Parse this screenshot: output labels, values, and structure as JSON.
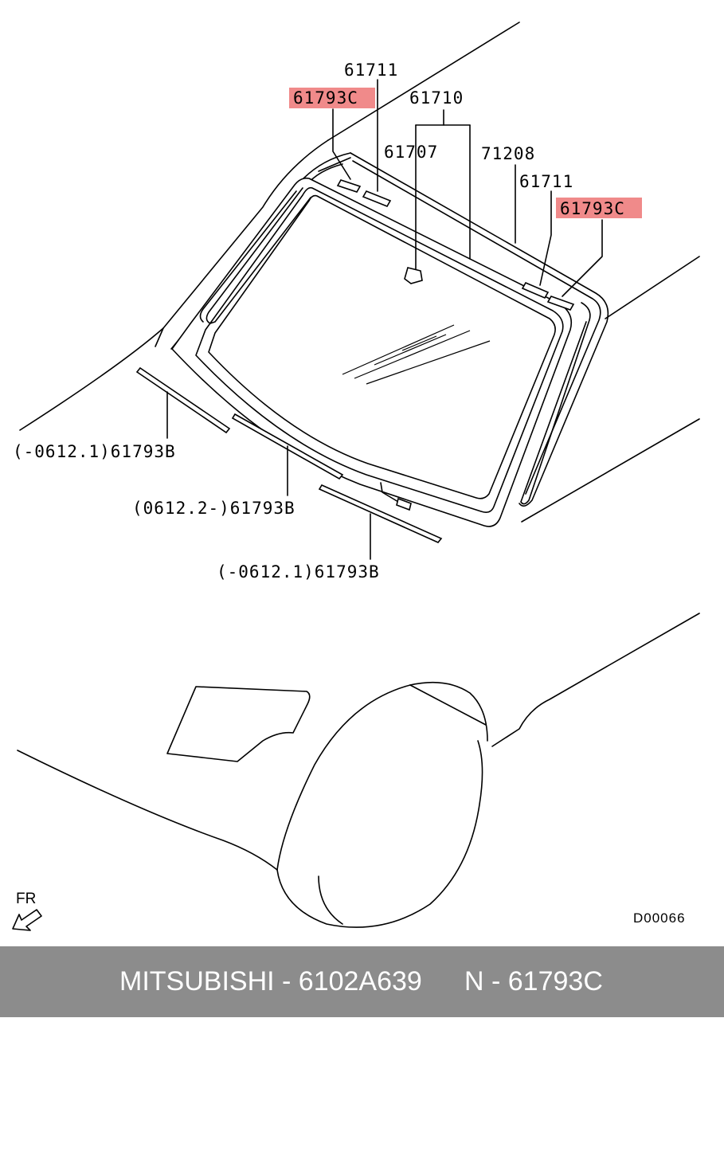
{
  "labels": {
    "p61711_top": "61711",
    "p61793C_top": "61793C",
    "p61710": "61710",
    "p61707": "61707",
    "p71208": "71208",
    "p61711_right": "61711",
    "p61793C_right": "61793C",
    "p61793B_a": "(-0612.1)61793B",
    "p61793B_b": "(0612.2-)61793B",
    "p61793B_c": "(-0612.1)61793B"
  },
  "highlight_color": "#f08a8a",
  "diagram_code": "D00066",
  "direction_label": "FR",
  "footer": {
    "brand_part": "MITSUBISHI - 6102A639",
    "part_ref": "N - 61793C",
    "background": "#8c8c8c"
  }
}
